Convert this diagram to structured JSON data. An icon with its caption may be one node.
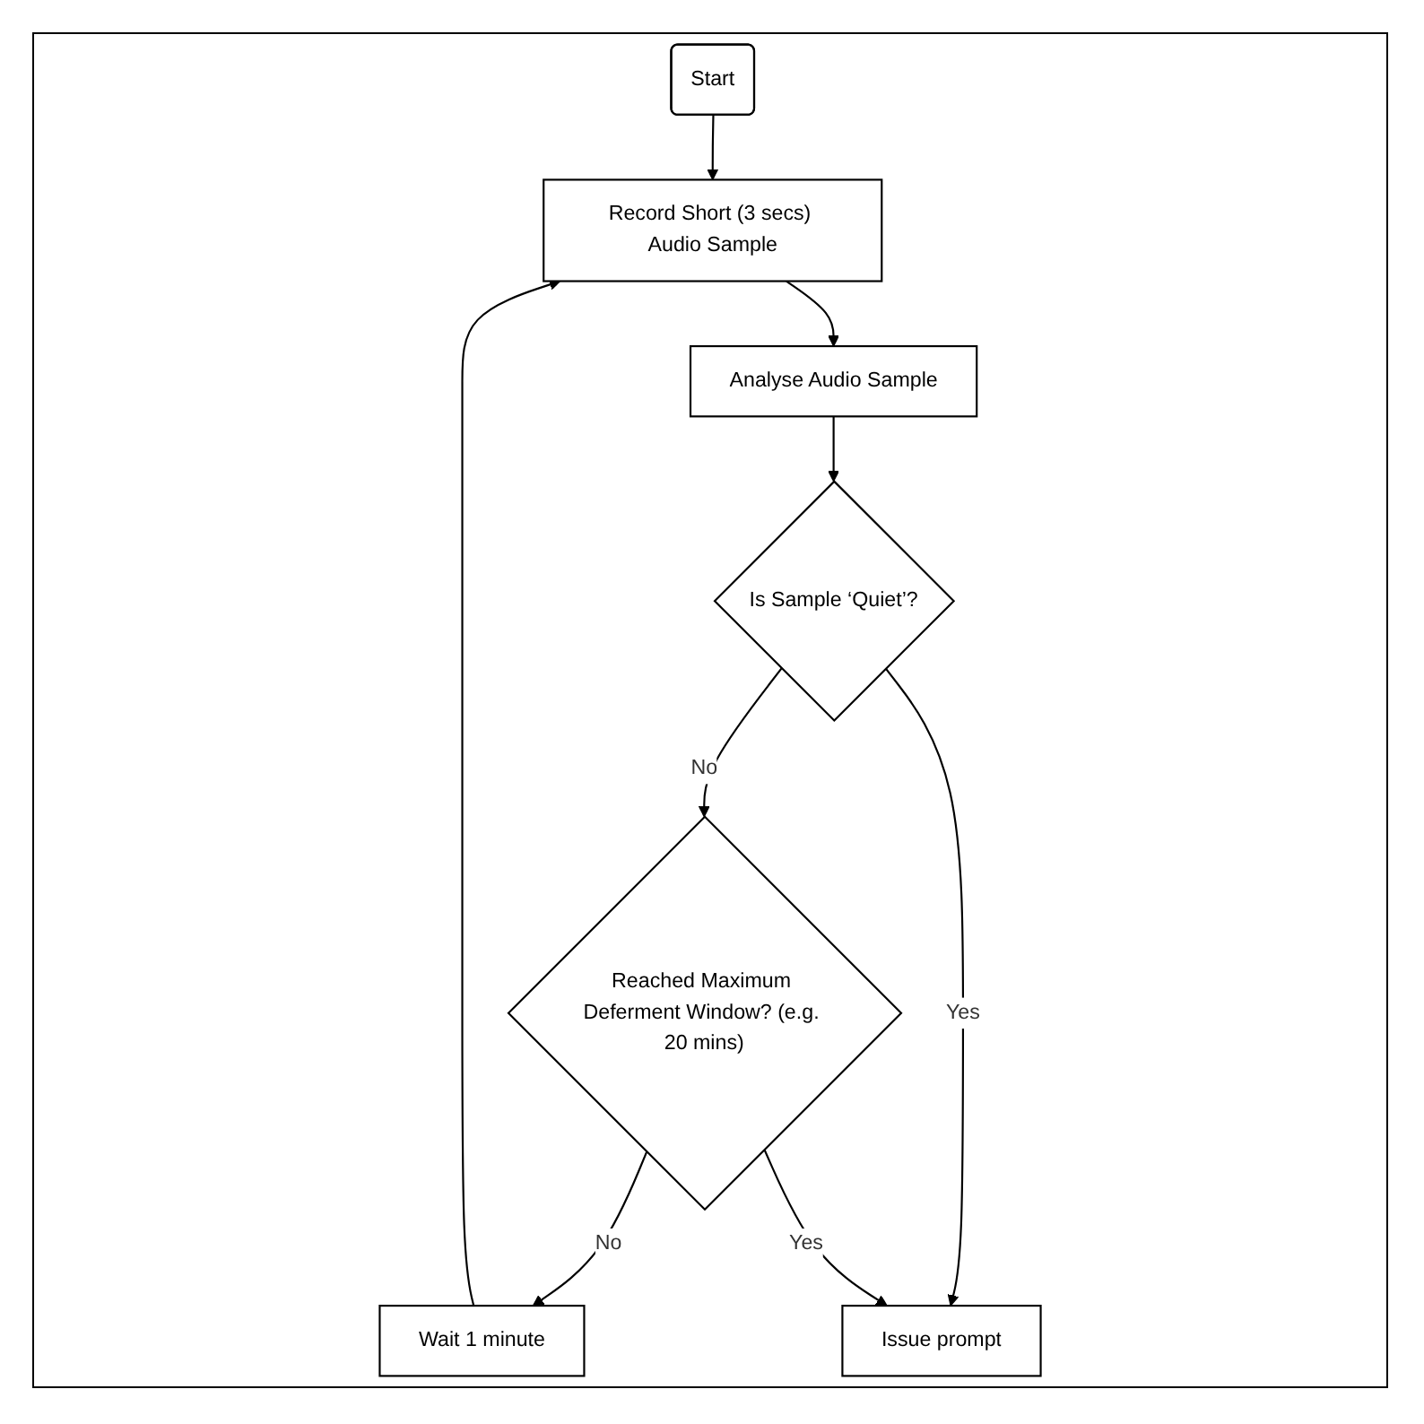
{
  "diagram": {
    "nodes": [
      {
        "text": [
          "Start"
        ]
      },
      {
        "text": [
          "Record Short (3 secs) Audio Sample"
        ]
      },
      {
        "text": [
          "Analyse Audio Sample"
        ]
      },
      {
        "text": [
          "Is Sample ‘Quiet’?"
        ]
      },
      {
        "text": [
          "Reached Maximum Deferment Window? (e.g. 20 mins)"
        ]
      },
      {
        "text": [
          "Wait 1 minute"
        ]
      },
      {
        "text": [
          "Issue prompt"
        ]
      }
    ],
    "edges": [
      {
        "from": 0,
        "to": 1,
        "arrow": "to"
      },
      {
        "from": 1,
        "to": 2,
        "arrow": "to"
      },
      {
        "from": 2,
        "to": 3,
        "arrow": "to"
      },
      {
        "from": 3,
        "to": 4,
        "arrow": "to",
        "label": "No"
      },
      {
        "from": 3,
        "to": 6,
        "arrow": "to",
        "label": "Yes"
      },
      {
        "from": 4,
        "to": 5,
        "arrow": "to",
        "label": "No"
      },
      {
        "from": 5,
        "to": 1,
        "arrow": "to"
      },
      {
        "from": 4,
        "to": 6,
        "arrow": "to",
        "label": "Yes"
      }
    ]
  }
}
